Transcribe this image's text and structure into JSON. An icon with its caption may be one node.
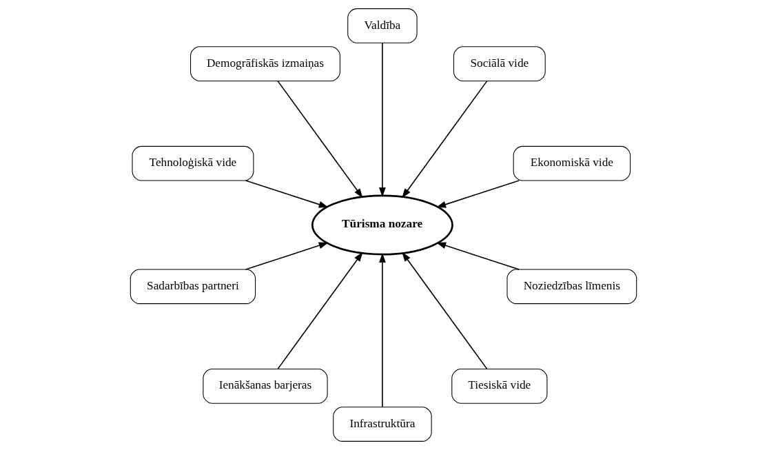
{
  "diagram": {
    "nodes": [
      {
        "text": [
          "Ekonomiskā vide"
        ]
      },
      {
        "text": [
          "Sociālā vide"
        ]
      },
      {
        "text": [
          "Valdība"
        ]
      },
      {
        "text": [
          "Demogrāfiskās izmaiņas"
        ]
      },
      {
        "text": [
          "Tehnoloģiskā vide"
        ]
      },
      {
        "text": [
          "Tūrisma nozare"
        ]
      },
      {
        "text": [
          "Sadarbības partneri"
        ]
      },
      {
        "text": [
          "Ienākšanas barjeras"
        ]
      },
      {
        "text": [
          "Infrastruktūra"
        ]
      },
      {
        "text": [
          "Tiesiskā vide"
        ]
      },
      {
        "text": [
          "Noziedzības līmenis"
        ]
      }
    ],
    "edges": [
      {
        "from": 0,
        "to": 5,
        "arrow": "to"
      },
      {
        "from": 1,
        "to": 5,
        "arrow": "to"
      },
      {
        "from": 3,
        "to": 5,
        "arrow": "to"
      },
      {
        "from": 6,
        "to": 5,
        "arrow": "to"
      },
      {
        "from": 8,
        "to": 5,
        "arrow": "to"
      },
      {
        "from": 10,
        "to": 5,
        "arrow": "to"
      },
      {
        "from": 9,
        "to": 5,
        "arrow": "to"
      },
      {
        "from": 7,
        "to": 5,
        "arrow": "to"
      },
      {
        "from": 4,
        "to": 5,
        "arrow": "to"
      },
      {
        "from": 2,
        "to": 5,
        "arrow": "to"
      }
    ]
  }
}
